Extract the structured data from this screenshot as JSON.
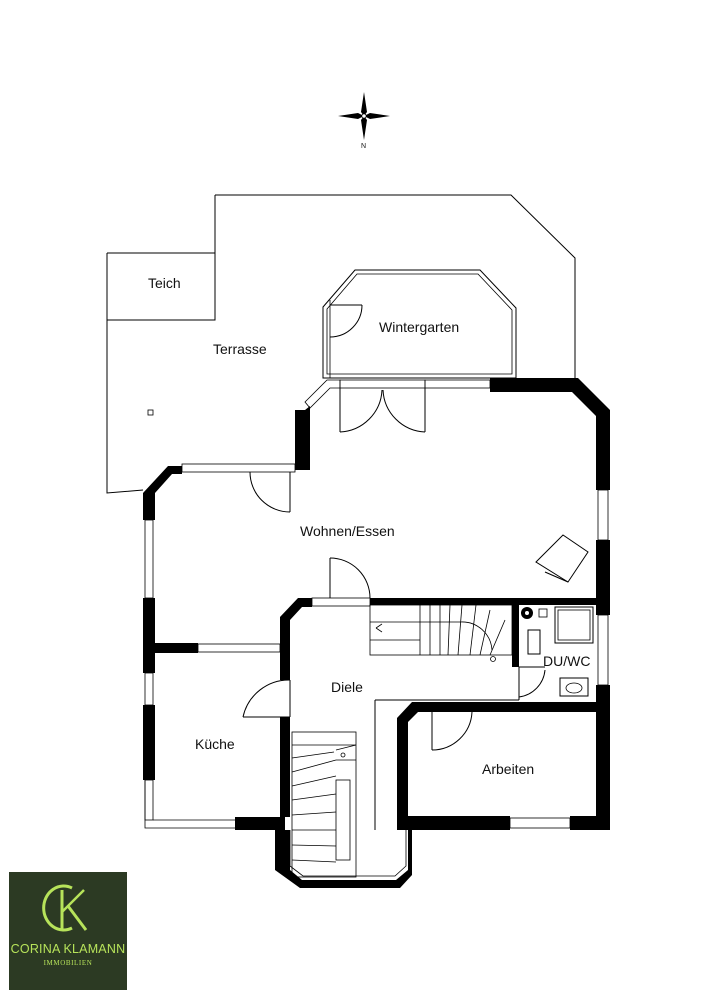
{
  "compass": {
    "north_label": "N"
  },
  "rooms": {
    "teich": "Teich",
    "terrasse": "Terrasse",
    "wintergarten": "Wintergarten",
    "wohnen_essen": "Wohnen/Essen",
    "diele": "Diele",
    "du_wc": "DU/WC",
    "kueche": "Küche",
    "arbeiten": "Arbeiten"
  },
  "logo": {
    "monogram": "CK",
    "name": "CORINA KLAMANN",
    "subtitle": "IMMOBILIEN",
    "background": "#2c3a23",
    "accent": "#b7e35a"
  }
}
